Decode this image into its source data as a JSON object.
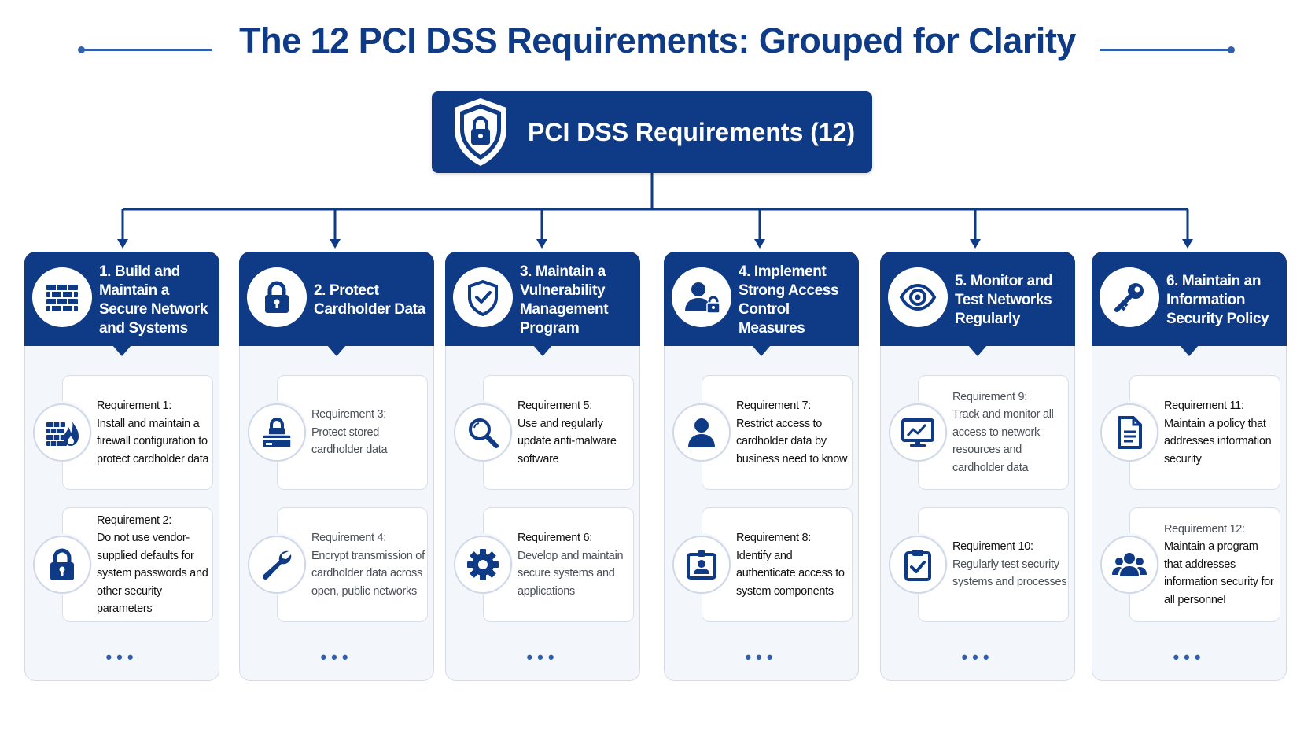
{
  "title": "The 12 PCI DSS Requirements: Grouped for Clarity",
  "root": {
    "label": "PCI DSS Requirements (12)",
    "icon": "shield-lock-icon"
  },
  "colors": {
    "primary": "#0f3a86",
    "accent": "#2f5fae",
    "panel": "#f3f6fb"
  },
  "columns": [
    {
      "title": "1. Build and Maintain a Secure Network and Systems",
      "icon": "firewall-icon",
      "requirements": [
        {
          "title": "Requirement 1:",
          "text": "Install and maintain a firewall configuration to protect cardholder data",
          "icon": "firewall-flame-icon"
        },
        {
          "title": "Requirement 2:",
          "text": "Do not use vendor-supplied defaults for system passwords and other security parameters",
          "icon": "padlock-icon"
        }
      ],
      "more": "•••"
    },
    {
      "title": "2. Protect Cardholder Data",
      "icon": "padlock-icon",
      "requirements": [
        {
          "title": "Requirement 3:",
          "text": "Protect stored cardholder data",
          "icon": "locked-card-icon"
        },
        {
          "title": "Requirement 4:",
          "text": "Encrypt transmission of cardholder data across open, public networks",
          "icon": "wrench-icon"
        }
      ],
      "more": "•••"
    },
    {
      "title": "3. Maintain a Vulnerability Management Program",
      "icon": "shield-check-icon",
      "requirements": [
        {
          "title": "Requirement 5:",
          "text": "Use and regularly update anti-malware software",
          "icon": "magnifier-icon"
        },
        {
          "title": "Requirement 6:",
          "text": "Develop and maintain secure systems and applications",
          "icon": "gear-icon"
        }
      ],
      "more": "•••"
    },
    {
      "title": "4. Implement Strong Access Control Measures",
      "icon": "user-lock-icon",
      "requirements": [
        {
          "title": "Requirement 7:",
          "text": "Restrict access to cardholder data by business need to know",
          "icon": "user-icon"
        },
        {
          "title": "Requirement 8:",
          "text": "Identify and authenticate access to system components",
          "icon": "id-badge-icon"
        }
      ],
      "more": "•••"
    },
    {
      "title": "5. Monitor and Test Networks Regularly",
      "icon": "eye-icon",
      "requirements": [
        {
          "title": "Requirement 9:",
          "text": "Track and monitor all access to network resources and cardholder data",
          "icon": "monitor-chart-icon"
        },
        {
          "title": "Requirement 10:",
          "text": "Regularly test security systems and processes",
          "icon": "clipboard-check-icon"
        }
      ],
      "more": "•••"
    },
    {
      "title": "6. Maintain an Information Security Policy",
      "icon": "key-icon",
      "requirements": [
        {
          "title": "Requirement 11:",
          "text": "Maintain a policy that addresses information security",
          "icon": "document-icon"
        },
        {
          "title": "Requirement 12:",
          "text": "Maintain a program that addresses information security for all personnel",
          "icon": "people-icon"
        }
      ],
      "more": "•••"
    }
  ]
}
